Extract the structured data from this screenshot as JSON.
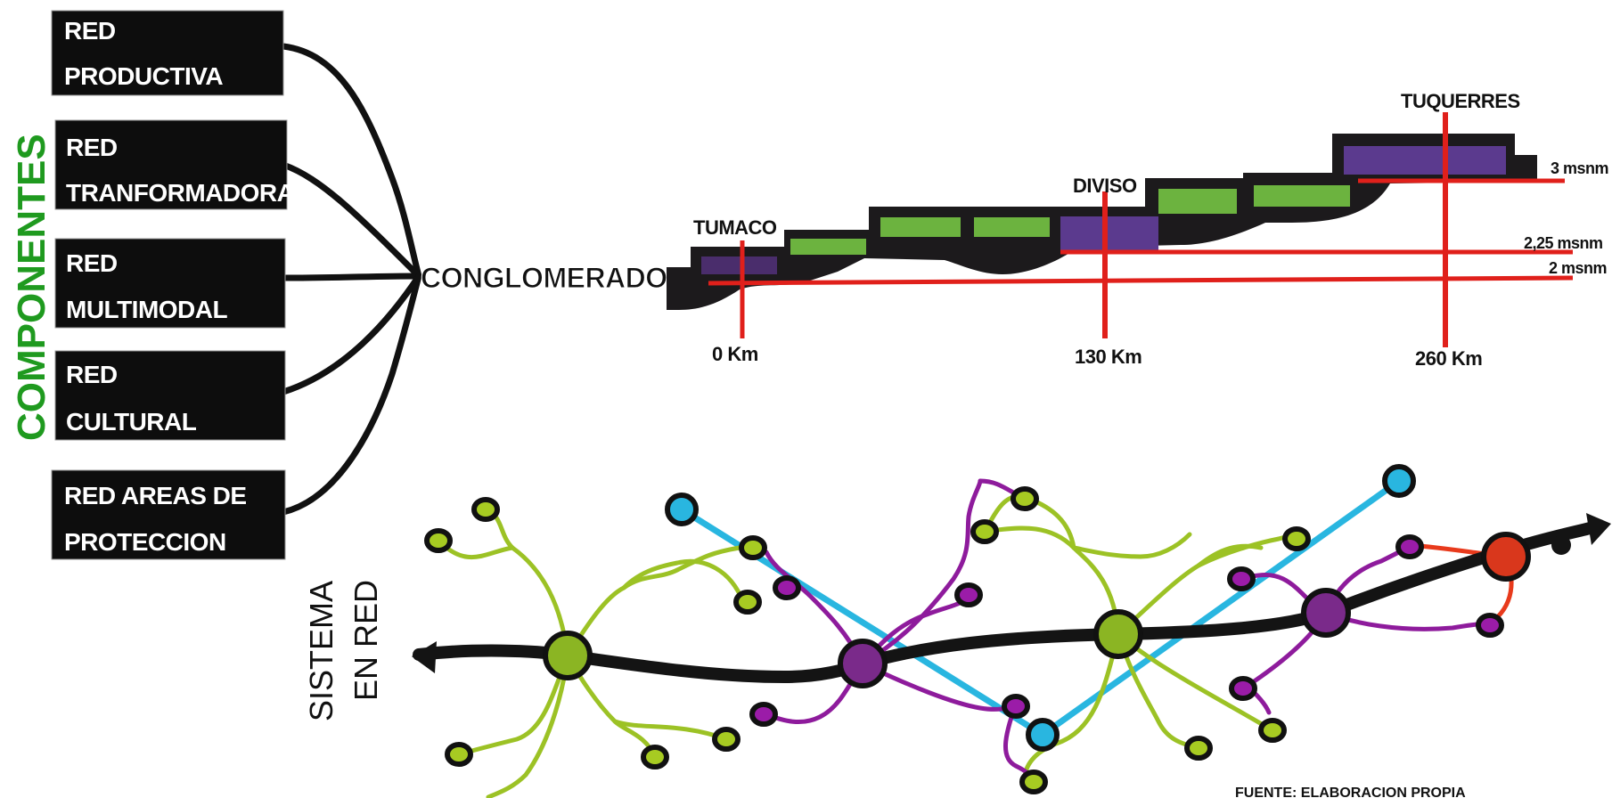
{
  "title_vertical": "COMPONENTES",
  "components": [
    {
      "line1": "RED",
      "line2": "PRODUCTIVA"
    },
    {
      "line1": "RED",
      "line2": "TRANFORMADORA"
    },
    {
      "line1": "RED",
      "line2": "MULTIMODAL"
    },
    {
      "line1": "RED",
      "line2": "CULTURAL"
    },
    {
      "line1": "RED AREAS  DE",
      "line2": "PROTECCION"
    }
  ],
  "hub_label": "CONGLOMERADOS",
  "profile": {
    "places": [
      "TUMACO",
      "DIVISO",
      "TUQUERRES"
    ],
    "distances": [
      "0 Km",
      "130 Km",
      "260 Km"
    ],
    "altitudes": [
      "3 msnm",
      "2,25 msnm",
      "2 msnm"
    ]
  },
  "network": {
    "title_line1": "SISTEMA",
    "title_line2": "EN RED"
  },
  "source": "FUENTE: ELABORACION PROPIA",
  "colors": {
    "green_title": "#1f9a1f",
    "green_block": "#6cb33f",
    "purple_block": "#5b3a8e",
    "red_line": "#e0201b",
    "lime": "#9cc225",
    "magenta": "#8e1b9c",
    "cyan": "#29b6e0",
    "orange_red": "#e83a1c"
  }
}
